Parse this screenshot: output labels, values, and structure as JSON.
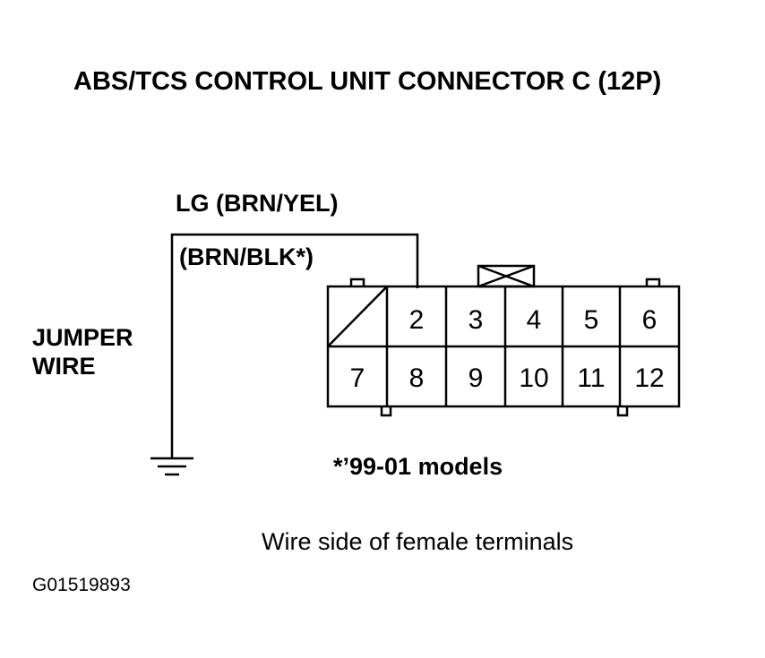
{
  "title": "ABS/TCS CONTROL UNIT CONNECTOR C (12P)",
  "wire_label": "LG (BRN/YEL)",
  "wire_label_alt": "(BRN/BLK*)",
  "jumper_label_line1": "JUMPER",
  "jumper_label_line2": "WIRE",
  "footnote": "*’99-01 models",
  "caption": "Wire side of female terminals",
  "figure_id": "G01519893",
  "connector": {
    "top_row": [
      "",
      "2",
      "3",
      "4",
      "5",
      "6"
    ],
    "bottom_row": [
      "7",
      "8",
      "9",
      "10",
      "11",
      "12"
    ]
  }
}
